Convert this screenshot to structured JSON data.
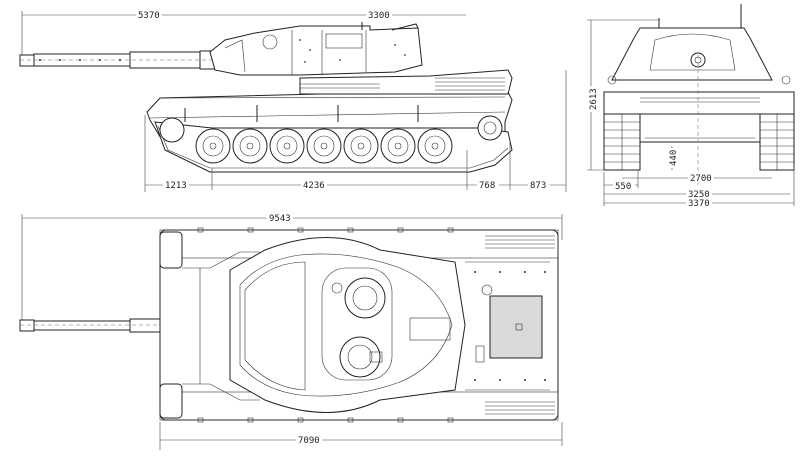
{
  "drawing": {
    "subject": "Main battle tank three-view technical drawing",
    "units": "mm",
    "colors": {
      "ink": "#222222",
      "paper": "#ffffff",
      "plate": "#d9d9d9"
    }
  },
  "side_view": {
    "dimensions": {
      "gun_overhang": "5370",
      "turret_to_rear": "3300",
      "front_overhang": "1213",
      "track_contact": "4236",
      "rear_idler": "768",
      "rear_overhang": "873"
    },
    "road_wheels": 7
  },
  "front_view": {
    "dimensions": {
      "height": "2613",
      "ground_clearance": "440",
      "track_center": "2700",
      "track_width": "550",
      "hull_width": "3250",
      "overall_width": "3370"
    }
  },
  "top_view": {
    "dimensions": {
      "overall_length": "9543",
      "hull_length": "7090"
    }
  }
}
